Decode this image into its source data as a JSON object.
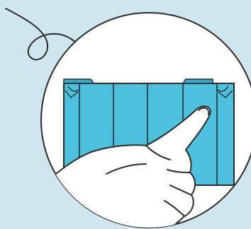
{
  "illustration": {
    "colors": {
      "background": "#cfe6ef",
      "circle_fill": "#ffffff",
      "paper": "#4cc0dc",
      "paper_dark": "#3aa9c6",
      "outline": "#2b2b2b",
      "skin": "#ffffff"
    },
    "parts": [
      "curved-arrow",
      "magnifier-circle",
      "folded-paper",
      "crease-lines",
      "pointing-hand"
    ]
  }
}
